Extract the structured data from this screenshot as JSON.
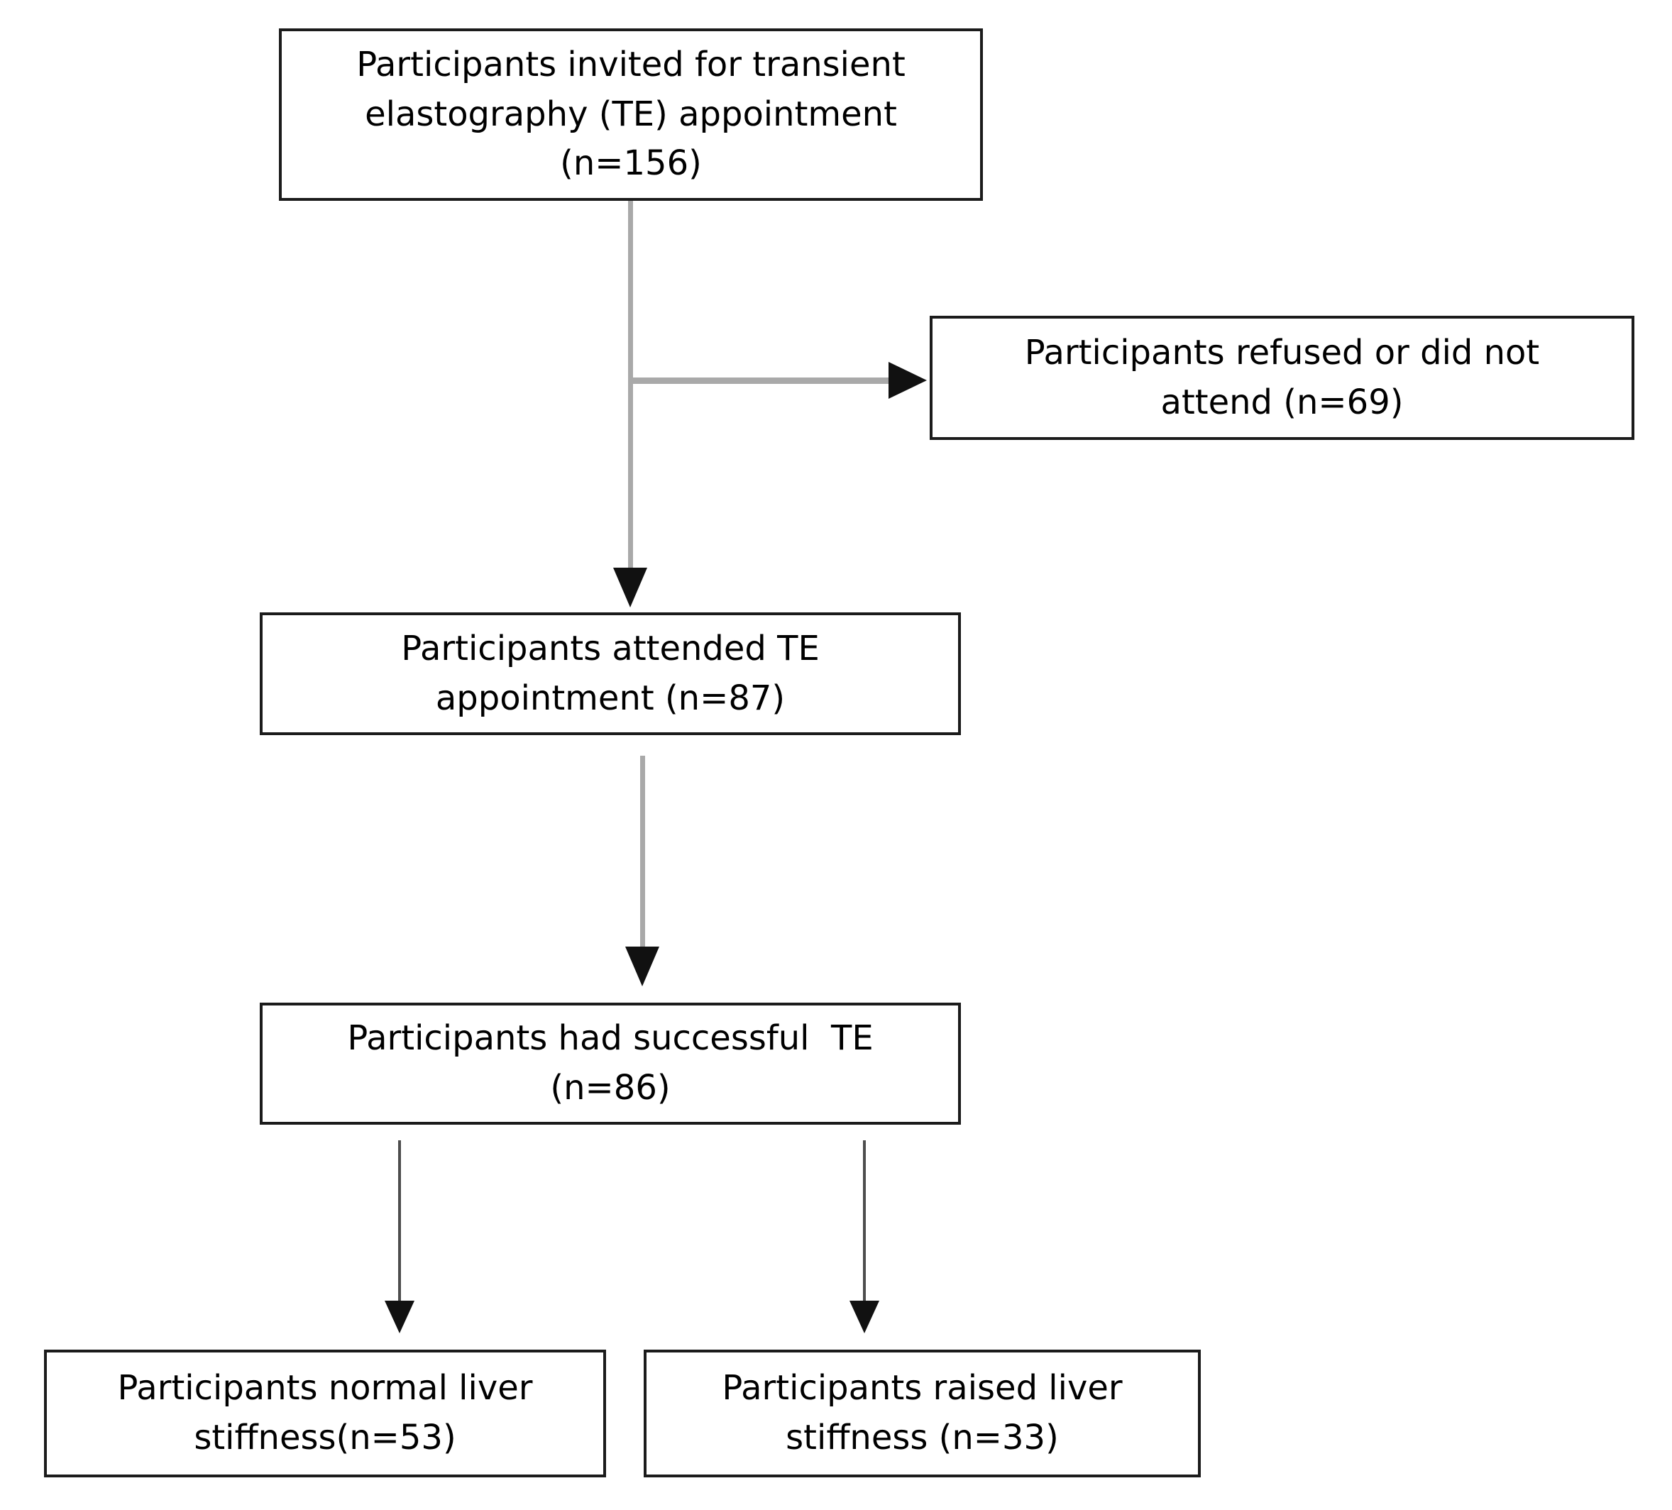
{
  "diagram": {
    "type": "flowchart",
    "background_color": "#ffffff",
    "box_border_color": "#1b1b1b",
    "text_color": "#000000",
    "connector_color_thick": "#a9a9a9",
    "connector_color_thin": "#4d4d4d",
    "arrowhead_color": "#111111",
    "nodes": {
      "invited": {
        "label": "Participants invited for transient elastography (TE) appointment (n=156)",
        "n": 156
      },
      "refused": {
        "label": "Participants refused or did not attend (n=69)",
        "n": 69
      },
      "attended": {
        "label": "Participants attended TE appointment (n=87)",
        "n": 87
      },
      "successful": {
        "label": "Participants had successful  TE (n=86)",
        "n": 86
      },
      "normal": {
        "label": "Participants normal liver stiffness(n=53)",
        "n": 53
      },
      "raised": {
        "label": "Participants raised liver stiffness (n=33)",
        "n": 33
      }
    },
    "edges": [
      {
        "from": "invited",
        "to": "attended",
        "style": "thick-gray-down"
      },
      {
        "from": "invited",
        "to": "refused",
        "style": "thick-gray-right"
      },
      {
        "from": "attended",
        "to": "successful",
        "style": "thick-gray-down"
      },
      {
        "from": "successful",
        "to": "normal",
        "style": "thin-dark-down"
      },
      {
        "from": "successful",
        "to": "raised",
        "style": "thin-dark-down"
      }
    ]
  }
}
